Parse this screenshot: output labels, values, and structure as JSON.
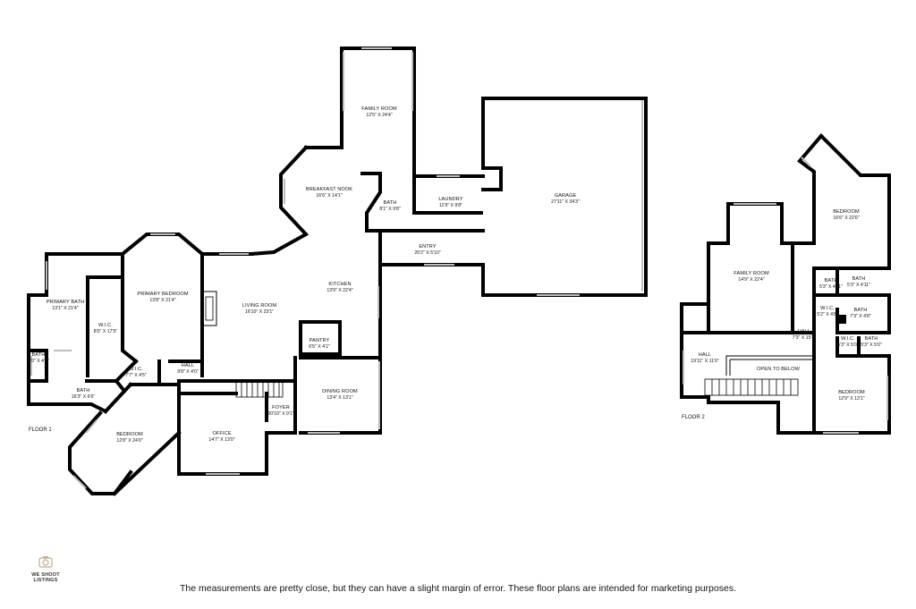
{
  "floor1": {
    "label": "FLOOR 1",
    "rooms": [
      {
        "id": "family-room-1",
        "name": "FAMILY ROOM",
        "dims": "12'5\" X 24'4\""
      },
      {
        "id": "breakfast-nook",
        "name": "BREAKFAST NOOK",
        "dims": "16'6\" X 14'1\""
      },
      {
        "id": "bath-upper",
        "name": "BATH",
        "dims": "8'1\" X 9'8\""
      },
      {
        "id": "laundry",
        "name": "LAUNDRY",
        "dims": "11'9\" X 9'8\""
      },
      {
        "id": "garage",
        "name": "GARAGE",
        "dims": "27'11\" X 34'3\""
      },
      {
        "id": "entry",
        "name": "ENTRY",
        "dims": "20'2\" X 5'10\""
      },
      {
        "id": "kitchen",
        "name": "KITCHEN",
        "dims": "13'9\" X 22'4\""
      },
      {
        "id": "living-room",
        "name": "LIVING ROOM",
        "dims": "16'10\" X 23'1\""
      },
      {
        "id": "primary-bedroom",
        "name": "PRIMARY BEDROOM",
        "dims": "13'8\" X 21'4\""
      },
      {
        "id": "primary-bath",
        "name": "PRIMARY BATH",
        "dims": "13'1\" X 21'4\""
      },
      {
        "id": "wic-1",
        "name": "W.I.C.",
        "dims": "8'0\" X 17'5\""
      },
      {
        "id": "bath-small",
        "name": "BATH",
        "dims": "5'0\" X 4'5\""
      },
      {
        "id": "wic-2",
        "name": "W.I.C.",
        "dims": "7'7\" X 4'5\""
      },
      {
        "id": "hall-1",
        "name": "HALL",
        "dims": "9'8\" X 4'0\""
      },
      {
        "id": "pantry",
        "name": "PANTRY",
        "dims": "6'5\" X 4'1\""
      },
      {
        "id": "bath-lower",
        "name": "BATH",
        "dims": "16'3\" X 6'6\""
      },
      {
        "id": "dining-room",
        "name": "DINING ROOM",
        "dims": "13'4\" X 13'1\""
      },
      {
        "id": "foyer",
        "name": "FOYER",
        "dims": "20'10\" X 9'1\""
      },
      {
        "id": "bedroom-1",
        "name": "BEDROOM",
        "dims": "12'8\" X 24'0\""
      },
      {
        "id": "office",
        "name": "OFFICE",
        "dims": "14'7\" X 13'0\""
      }
    ]
  },
  "floor2": {
    "label": "FLOOR 2",
    "rooms": [
      {
        "id": "bedroom-2a",
        "name": "BEDROOM",
        "dims": "16'6\" X 22'6\""
      },
      {
        "id": "family-room-2",
        "name": "FAMILY ROOM",
        "dims": "14'9\" X 22'4\""
      },
      {
        "id": "bath-2a",
        "name": "BATH",
        "dims": "5'3\" X 4'11\""
      },
      {
        "id": "bath-2b",
        "name": "BATH",
        "dims": "5'3\" X 4'11\""
      },
      {
        "id": "wic-2a",
        "name": "W.I.C.",
        "dims": "5'2\" X 4'8\""
      },
      {
        "id": "bath-2c",
        "name": "BATH",
        "dims": "7'3\" X 4'8\""
      },
      {
        "id": "hall-2a",
        "name": "HALL",
        "dims": "7'3\" X 15'4\""
      },
      {
        "id": "wic-2b",
        "name": "W.I.C.",
        "dims": "5'3\" X 5'0\""
      },
      {
        "id": "bath-2d",
        "name": "BATH",
        "dims": "5'3\" X 5'0\""
      },
      {
        "id": "hall-2b",
        "name": "HALL",
        "dims": "19'11\" X 11'0\""
      },
      {
        "id": "open-to-below",
        "name": "OPEN TO BELOW",
        "dims": ""
      },
      {
        "id": "bedroom-2b",
        "name": "BEDROOM",
        "dims": "12'9\" X 13'1\""
      }
    ]
  },
  "logo": {
    "text": "WE SHOOT LISTINGS",
    "icon": "camera-logo-icon"
  },
  "disclaimer": "The measurements are pretty close, but they can have a slight margin of error. These floor plans are intended for marketing purposes."
}
